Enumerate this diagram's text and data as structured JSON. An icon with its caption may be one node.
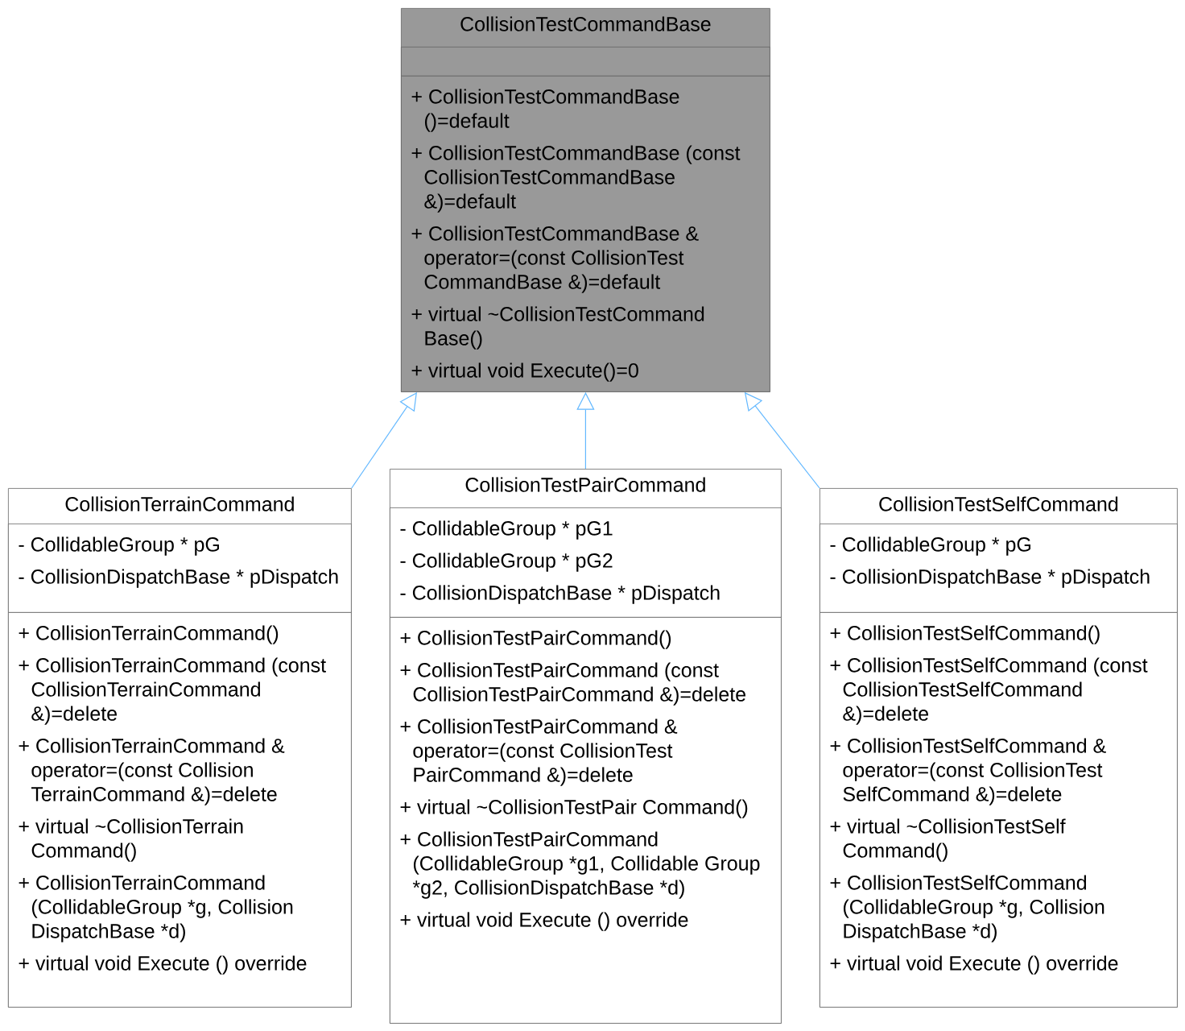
{
  "diagram": {
    "nodes": [
      {
        "text": [
          "CollisionTestCommandBase"
        ]
      },
      {
        "text": [],
        "shape": "box",
        "in": 0
      },
      {
        "text": [
          "+ CollisionTestCommandBase ()=default",
          "+ CollisionTestCommandBase (const CollisionTestCommandBase &)=default",
          "+ CollisionTestCommandBase & operator=(const CollisionTest CommandBase &)=default",
          "+ virtual ~CollisionTestCommand Base()",
          "+ virtual void Execute()=0"
        ],
        "in": 0
      },
      {
        "text": [
          "CollisionTerrainCommand"
        ]
      },
      {
        "text": [
          "- CollidableGroup * pG",
          "- CollisionDispatchBase * pDispatch"
        ],
        "in": 3
      },
      {
        "text": [
          "+ CollisionTerrainCommand()",
          "+ CollisionTerrainCommand (const CollisionTerrainCommand &)=delete",
          "+ CollisionTerrainCommand & operator=(const Collision TerrainCommand &)=delete",
          "+ virtual ~CollisionTerrain Command()",
          "+ CollisionTerrainCommand (CollidableGroup *g, Collision DispatchBase *d)",
          "+ virtual void Execute () override"
        ],
        "in": 3
      },
      {
        "text": [
          "CollisionTestPairCommand"
        ]
      },
      {
        "text": [
          "- CollidableGroup * pG1",
          "- CollidableGroup * pG2",
          "- CollisionDispatchBase * pDispatch"
        ],
        "in": 6
      },
      {
        "text": [
          "+ CollisionTestPairCommand()",
          "+ CollisionTestPairCommand (const CollisionTestPairCommand &)=delete",
          "+ CollisionTestPairCommand & operator=(const CollisionTest PairCommand &)=delete",
          "+ virtual ~CollisionTestPair Command()",
          "+ CollisionTestPairCommand (CollidableGroup *g1, Collidable Group *g2, CollisionDispatchBase *d)",
          "+ virtual void Execute () override"
        ],
        "in": 6
      },
      {
        "text": [
          "CollisionTestSelfCommand"
        ]
      },
      {
        "text": [
          "- CollidableGroup * pG",
          "- CollisionDispatchBase * pDispatch"
        ],
        "in": 9
      },
      {
        "text": [
          "+ CollisionTestSelfCommand()",
          "+ CollisionTestSelfCommand (const CollisionTestSelfCommand &)=delete",
          "+ CollisionTestSelfCommand & operator=(const CollisionTest SelfCommand &)=delete",
          "+ virtual ~CollisionTestSelf Command()",
          "+ CollisionTestSelfCommand (CollidableGroup *g, Collision DispatchBase *d)",
          "+ virtual void Execute () override"
        ],
        "in": 9
      }
    ],
    "edges": [
      {
        "from": 3,
        "to": 0,
        "arrow": "to"
      },
      {
        "from": 6,
        "to": 0,
        "arrow": "to"
      },
      {
        "from": 9,
        "to": 0,
        "arrow": "to"
      }
    ]
  }
}
